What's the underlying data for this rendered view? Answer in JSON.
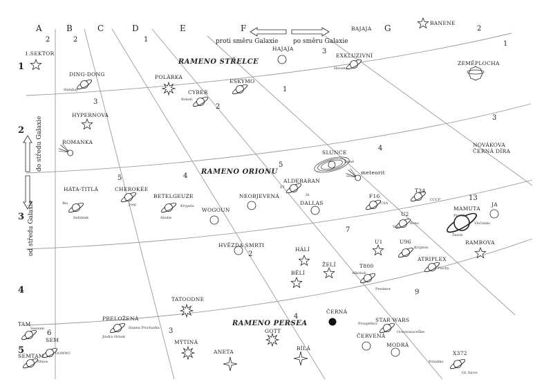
{
  "columns": [
    {
      "id": "A",
      "label": "A"
    },
    {
      "id": "B",
      "label": "B"
    },
    {
      "id": "C",
      "label": "C"
    },
    {
      "id": "D",
      "label": "D"
    },
    {
      "id": "E",
      "label": "E"
    },
    {
      "id": "F",
      "label": "F"
    },
    {
      "id": "G",
      "label": "G"
    }
  ],
  "rows": [
    {
      "id": "1",
      "label": "1"
    },
    {
      "id": "2",
      "label": "2"
    },
    {
      "id": "3",
      "label": "3"
    },
    {
      "id": "4",
      "label": "4"
    },
    {
      "id": "5",
      "label": "5"
    }
  ],
  "directions": {
    "against_galaxy": "proti směru Galaxie",
    "with_galaxy": "po směru Galaxie",
    "from_center": "od středu Galaxie",
    "to_center": "do středu Galaxie"
  },
  "arms": {
    "sagittarius": "RAMENO STŘELCE",
    "orion": "RAMENO ORIONU",
    "perseus": "RAMENO PERSEA"
  },
  "sector_numbers": [
    "2",
    "2",
    "1",
    "3",
    "2",
    "1",
    "1",
    "2",
    "3",
    "3",
    "4",
    "5",
    "4",
    "5",
    "2",
    "7",
    "13",
    "9",
    "6",
    "4",
    "3",
    "5"
  ],
  "objects": [
    {
      "id": "sektor1",
      "label": "1.SEKTOR",
      "icon": "star"
    },
    {
      "id": "dingdong",
      "label": "DING-DONG",
      "icon": "saturn",
      "sub": [
        "Hulahaj"
      ]
    },
    {
      "id": "hypernova",
      "label": "HYPERNOVA",
      "icon": "star"
    },
    {
      "id": "romanka",
      "label": "ROMANKA",
      "icon": "comet"
    },
    {
      "id": "hatatitla",
      "label": "HÁTA-TITLÁ",
      "icon": "saturn",
      "sub": [
        "Iku",
        "Indiánek"
      ]
    },
    {
      "id": "cherokee",
      "label": "CHEROKÉE",
      "icon": "saturn",
      "sub": [
        "Joep"
      ]
    },
    {
      "id": "betelgeuze",
      "label": "BETELGEUZE",
      "icon": "saturn",
      "sub": [
        "Krypela",
        "Anulie"
      ]
    },
    {
      "id": "wogoun",
      "label": "WOGOUN",
      "icon": "planet"
    },
    {
      "id": "polarka",
      "label": "POLÁRKA",
      "icon": "burst"
    },
    {
      "id": "cyber",
      "label": "CYBER",
      "icon": "saturn",
      "sub": [
        "Roboti"
      ]
    },
    {
      "id": "eskymo",
      "label": "ESKYMO",
      "icon": "saturn"
    },
    {
      "id": "hajaja",
      "label": "HAJAJA",
      "icon": "planet"
    },
    {
      "id": "bajaja",
      "label": "BAJAJA",
      "icon": "none"
    },
    {
      "id": "exkluzivni",
      "label": "EXKLUZIVNÍ",
      "icon": "saturn",
      "sub": [
        "Havana"
      ]
    },
    {
      "id": "banene",
      "label": "BANENE",
      "icon": "star"
    },
    {
      "id": "zemeplocha",
      "label": "ZEMĚPLOCHA",
      "icon": "turtle"
    },
    {
      "id": "novakova",
      "label": "NOVÁKOVA",
      "icon": "none"
    },
    {
      "id": "cernadira",
      "label": "ČERNÁ DÍRA",
      "icon": "none"
    },
    {
      "id": "slunce",
      "label": "SLUNCE",
      "icon": "sun",
      "sub": [
        "Země"
      ]
    },
    {
      "id": "meteorit",
      "label": "meteorit",
      "icon": "comet"
    },
    {
      "id": "aldebaran",
      "label": "ALDEBARAN",
      "icon": "saturn",
      "sub": [
        "ET",
        "IA"
      ]
    },
    {
      "id": "neobjevena",
      "label": "NEOBJEVENÁ",
      "icon": "planet"
    },
    {
      "id": "dallas",
      "label": "DALLAS",
      "icon": "planet"
    },
    {
      "id": "f16",
      "label": "F16",
      "icon": "saturn",
      "sub": [
        "USA"
      ]
    },
    {
      "id": "t34",
      "label": "T34",
      "icon": "saturn",
      "sub": [
        "CCCP"
      ]
    },
    {
      "id": "u2",
      "label": "U2",
      "icon": "saturn",
      "sub": [
        "Vox",
        "Bono"
      ]
    },
    {
      "id": "mamuta",
      "label": "MAMUTA",
      "icon": "bigsaturn",
      "sub": [
        "Pravula",
        "Vločanko",
        "Žezoh"
      ]
    },
    {
      "id": "ja",
      "label": "JA",
      "icon": "planet"
    },
    {
      "id": "rambova",
      "label": "RAMBOVA",
      "icon": "star"
    },
    {
      "id": "hvezdasmrti",
      "label": "HVĚZDA SMRTI",
      "icon": "planet"
    },
    {
      "id": "u1",
      "label": "U1",
      "icon": "star"
    },
    {
      "id": "u96",
      "label": "U96",
      "icon": "saturn",
      "sub": [
        "Krypton"
      ]
    },
    {
      "id": "atriplex",
      "label": "ATRIPLEX",
      "icon": "saturn",
      "sub": [
        "Plochy"
      ]
    },
    {
      "id": "hali",
      "label": "HÁLÍ",
      "icon": "star"
    },
    {
      "id": "zeli",
      "label": "ŽELÍ",
      "icon": "star"
    },
    {
      "id": "beli",
      "label": "BĚLÍ",
      "icon": "star"
    },
    {
      "id": "t800",
      "label": "T800",
      "icon": "saturn",
      "sub": [
        "Alkoholi",
        "Predator"
      ]
    },
    {
      "id": "cerna",
      "label": "ČERNÁ",
      "icon": "black"
    },
    {
      "id": "starwars",
      "label": "STAR WARS",
      "icon": "saturn",
      "sub": [
        "Prospělhov",
        "Ocevnonaceůbe"
      ]
    },
    {
      "id": "cervena",
      "label": "ČERVENÁ",
      "icon": "planet"
    },
    {
      "id": "modra",
      "label": "MODRÁ",
      "icon": "planet"
    },
    {
      "id": "x372",
      "label": "X372",
      "icon": "saturn",
      "sub": [
        "Poladiko",
        "GL Slove"
      ]
    },
    {
      "id": "tatoodne",
      "label": "TATOODNE",
      "icon": "burst"
    },
    {
      "id": "prelozena",
      "label": "PRELOŽENÁ",
      "icon": "saturn",
      "sub": [
        "Hanna Prochazka",
        "Jindra Hrnek"
      ]
    },
    {
      "id": "mytina",
      "label": "MÝTINÁ",
      "icon": "burst"
    },
    {
      "id": "aneta",
      "label": "ANETA",
      "icon": "star4"
    },
    {
      "id": "gott",
      "label": "GOTT",
      "icon": "burst"
    },
    {
      "id": "bila",
      "label": "BÍLÁ",
      "icon": "star4"
    },
    {
      "id": "tam",
      "label": "TAM",
      "icon": "saturn",
      "sub": [
        "Seznam"
      ]
    },
    {
      "id": "sem",
      "label": "SEM",
      "icon": "saturn",
      "sub": [
        "OOWWC"
      ]
    },
    {
      "id": "semtam",
      "label": "SEMTAM",
      "icon": "saturn",
      "sub": [
        "Minos"
      ]
    }
  ],
  "icon_names": [
    "star-icon",
    "saturn-icon",
    "planet-icon",
    "comet-icon",
    "burst-icon",
    "sun-icon",
    "black-hole-icon",
    "turtle-icon",
    "arrow-icon"
  ]
}
